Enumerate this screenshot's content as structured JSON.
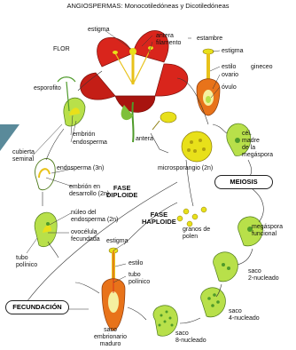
{
  "title": "ANGIOSPERMAS: Monocotiledóneas y Dicotiledóneas",
  "labels": {
    "estigma_top": "estigma",
    "antera_filamento": "antera\nfilamento",
    "estambre": "estambre",
    "flor": "FLOR",
    "estigma_right": "estigma",
    "estilo": "estilo",
    "ovario": "ovario",
    "ovulo": "óvulo",
    "gineceo": "gineceo",
    "esporofito": "esporofito",
    "embrion": "embrión",
    "endosperma": "endosperma",
    "cubierta_seminal": "cubierta\nseminal",
    "antera": "antera",
    "cel_madre": "cél.\nmadre\nde la\nmegáspora",
    "endosperma_3n": "endosperma (3n)",
    "microsporangio": "microsporangio (2n)",
    "embrion_desarrollo": "embrión en\ndesarrollo (2n)",
    "fase_diploide": "FASE\nDIPLOIDE",
    "fase_haploide": "FASE\nHAPLOIDE",
    "nucleo_endosperma": "núleo del\nendosperma (2n)",
    "ovocelula": "ovocélula\nfecundada",
    "megaspora": "megáspora\nfuncional",
    "granos_polen": "granos de\npolen",
    "estigma_mid": "estigma",
    "estilo_mid": "estilo",
    "tubo_polinico_left": "tubo\npolínico",
    "tubo_polinico_mid": "tubo\npolínico",
    "saco_2": "saco\n2-nucleado",
    "saco_4": "saco\n4-nucleado",
    "saco_8": "saco\n8-nucleado",
    "saco_maduro": "saco\nembrionario\nmaduro"
  },
  "boxes": {
    "meiosis": "MEIOSIS",
    "fecundacion": "FECUNDACIÓN"
  },
  "colors": {
    "petal": "#d9251c",
    "petal_dark": "#a8140f",
    "ovary_orange": "#e8731a",
    "yellow": "#e8e01a",
    "green_light": "#b8e04a",
    "green_dark": "#4e9a2a",
    "teal": "#5a8a9a"
  }
}
